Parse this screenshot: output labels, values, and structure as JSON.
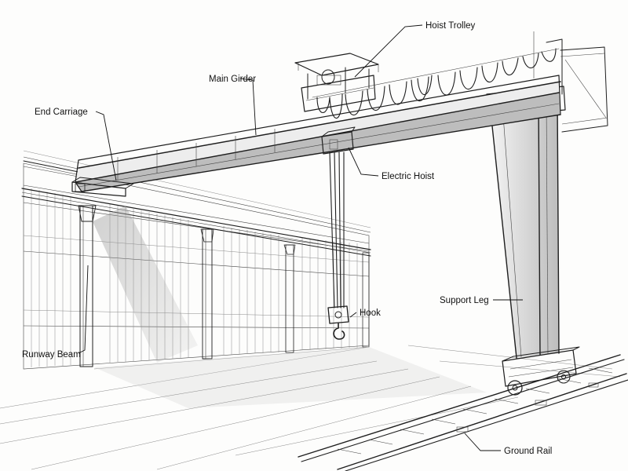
{
  "labels": {
    "hoist_trolley": "Hoist Trolley",
    "main_girder": "Main Girder",
    "end_carriage": "End Carriage",
    "electric_hoist": "Electric Hoist",
    "support_leg": "Support Leg",
    "hook": "Hook",
    "runway_beam": "Runway Beam",
    "ground_rail": "Ground Rail"
  }
}
